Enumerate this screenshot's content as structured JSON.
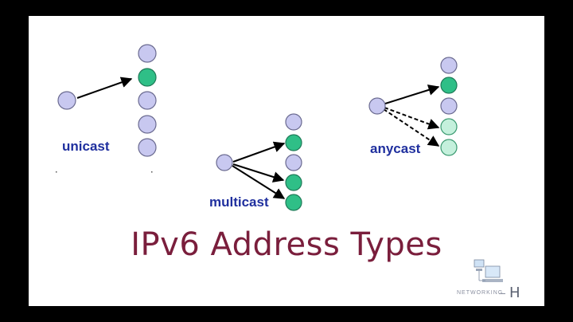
{
  "labels": {
    "unicast": "unicast",
    "multicast": "multicast",
    "anycast": "anycast"
  },
  "title": "IPv6 Address Types",
  "logo": {
    "text": "NETWORKING",
    "letter": "H"
  },
  "colors": {
    "node_fill": "#c8c8f0",
    "node_stroke": "#6a6a90",
    "target_fill": "#2fbf87",
    "faded_target_fill": "#c4f0dc",
    "label": "#1f2f9e",
    "title": "#7a1e3c"
  },
  "diagrams": {
    "unicast": {
      "source": "sender",
      "receivers": [
        "plain",
        "target",
        "plain",
        "plain",
        "plain"
      ]
    },
    "multicast": {
      "source": "sender",
      "receivers": [
        "plain",
        "target",
        "plain",
        "target",
        "target"
      ]
    },
    "anycast": {
      "source": "sender",
      "receivers": [
        "plain",
        "target",
        "plain",
        "faded-target",
        "faded-target"
      ]
    }
  }
}
